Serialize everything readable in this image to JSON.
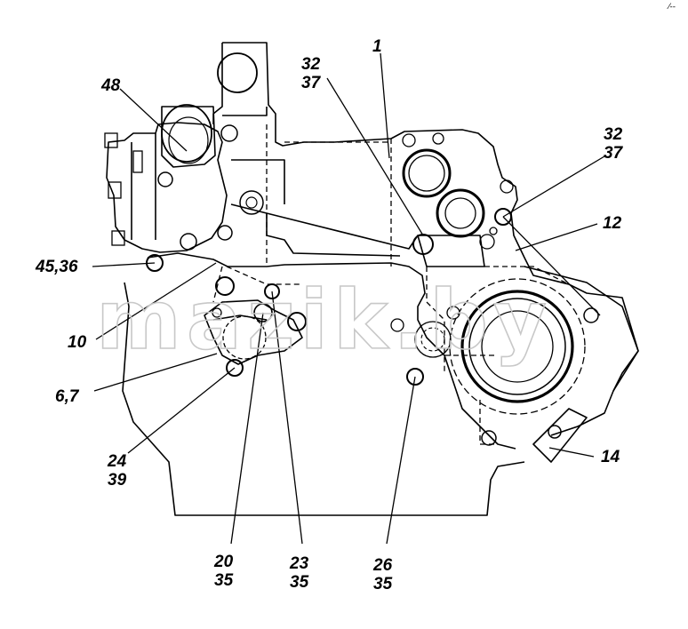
{
  "diagram": {
    "watermark": "mazik.by",
    "corner_mark": "⁄--",
    "callouts": [
      {
        "id": "c1",
        "lines": [
          "1"
        ]
      },
      {
        "id": "c48",
        "lines": [
          "48"
        ]
      },
      {
        "id": "c32a",
        "lines": [
          "32",
          "37"
        ]
      },
      {
        "id": "c32b",
        "lines": [
          "32",
          "37"
        ]
      },
      {
        "id": "c12",
        "lines": [
          "12"
        ]
      },
      {
        "id": "c45",
        "lines": [
          "45,36"
        ]
      },
      {
        "id": "c10",
        "lines": [
          "10"
        ]
      },
      {
        "id": "c67",
        "lines": [
          "6,7"
        ]
      },
      {
        "id": "c24",
        "lines": [
          "24",
          "39"
        ]
      },
      {
        "id": "c20",
        "lines": [
          "20",
          "35"
        ]
      },
      {
        "id": "c23",
        "lines": [
          "23",
          "35"
        ]
      },
      {
        "id": "c26",
        "lines": [
          "26",
          "35"
        ]
      },
      {
        "id": "c14",
        "lines": [
          "14"
        ]
      }
    ]
  },
  "colors": {
    "line": "#000000",
    "watermark": "#c8c8c8",
    "background": "#ffffff"
  }
}
